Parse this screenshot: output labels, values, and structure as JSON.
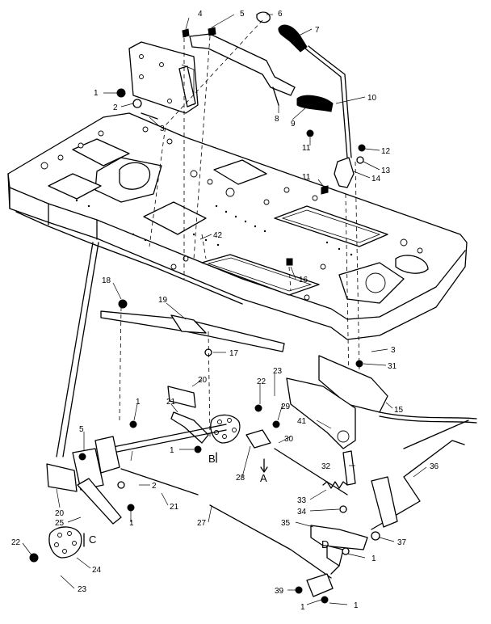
{
  "callouts": [
    {
      "id": "c4",
      "text": "4"
    },
    {
      "id": "c5",
      "text": "5"
    },
    {
      "id": "c6",
      "text": "6"
    },
    {
      "id": "c7",
      "text": "7"
    },
    {
      "id": "c1a",
      "text": "1"
    },
    {
      "id": "c2a",
      "text": "2"
    },
    {
      "id": "c3a",
      "text": "3"
    },
    {
      "id": "c8",
      "text": "8"
    },
    {
      "id": "c9",
      "text": "9"
    },
    {
      "id": "c10",
      "text": "10"
    },
    {
      "id": "c11a",
      "text": "11"
    },
    {
      "id": "c12",
      "text": "12"
    },
    {
      "id": "c13",
      "text": "13"
    },
    {
      "id": "c11b",
      "text": "11"
    },
    {
      "id": "c14",
      "text": "14"
    },
    {
      "id": "c42",
      "text": "42"
    },
    {
      "id": "c16",
      "text": "16"
    },
    {
      "id": "c18",
      "text": "18"
    },
    {
      "id": "c19",
      "text": "19"
    },
    {
      "id": "c17",
      "text": "17"
    },
    {
      "id": "c3b",
      "text": "3"
    },
    {
      "id": "c31",
      "text": "31"
    },
    {
      "id": "c15",
      "text": "15"
    },
    {
      "id": "c20a",
      "text": "20"
    },
    {
      "id": "c22a",
      "text": "22"
    },
    {
      "id": "c23a",
      "text": "23"
    },
    {
      "id": "c1b",
      "text": "1"
    },
    {
      "id": "c21a",
      "text": "21"
    },
    {
      "id": "c29",
      "text": "29"
    },
    {
      "id": "c41",
      "text": "41"
    },
    {
      "id": "c5b",
      "text": "5"
    },
    {
      "id": "c1c",
      "text": "1"
    },
    {
      "id": "c30",
      "text": "30"
    },
    {
      "id": "c28",
      "text": "28"
    },
    {
      "id": "c2b",
      "text": "2"
    },
    {
      "id": "c21b",
      "text": "21"
    },
    {
      "id": "c32",
      "text": "32"
    },
    {
      "id": "c36",
      "text": "36"
    },
    {
      "id": "c20b",
      "text": "20"
    },
    {
      "id": "c33",
      "text": "33"
    },
    {
      "id": "c34",
      "text": "34"
    },
    {
      "id": "c25",
      "text": "25"
    },
    {
      "id": "c1d",
      "text": "1"
    },
    {
      "id": "c27",
      "text": "27"
    },
    {
      "id": "c35",
      "text": "35"
    },
    {
      "id": "c37",
      "text": "37"
    },
    {
      "id": "c22b",
      "text": "22"
    },
    {
      "id": "c24",
      "text": "24"
    },
    {
      "id": "c1e",
      "text": "1"
    },
    {
      "id": "c23b",
      "text": "23"
    },
    {
      "id": "c39",
      "text": "39"
    },
    {
      "id": "c1f",
      "text": "1"
    },
    {
      "id": "c1g",
      "text": "1"
    }
  ],
  "view_letters": [
    {
      "id": "vB",
      "text": "B"
    },
    {
      "id": "vA",
      "text": "A"
    },
    {
      "id": "vC",
      "text": "C"
    },
    {
      "id": "vD",
      "text": "D"
    }
  ]
}
